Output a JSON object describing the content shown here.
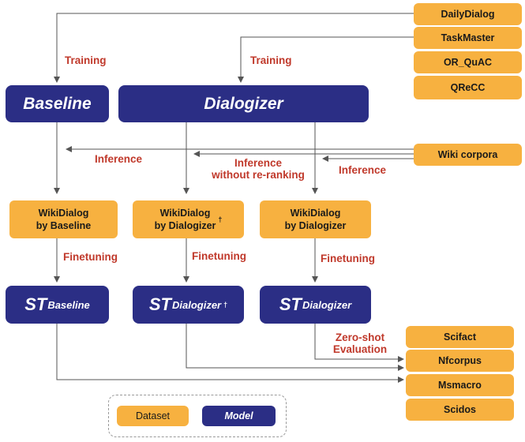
{
  "datasets": {
    "dailydialog": "DailyDialog",
    "taskmaster": "TaskMaster",
    "or_quac": "OR_QuAC",
    "qrecc": "QReCC",
    "wiki_corpora": "Wiki corpora"
  },
  "models": {
    "baseline": "Baseline",
    "dialogizer": "Dialogizer"
  },
  "wikidialog": {
    "baseline": "WikiDialog\nby Baseline",
    "dialogizer_dagger": "WikiDialog\nby Dialogizer",
    "dialogizer": "WikiDialog\nby Dialogizer"
  },
  "st": {
    "prefix": "ST",
    "baseline_sub": "Baseline",
    "dialogizer_dagger_sub": "Dialogizer",
    "dialogizer_sub": "Dialogizer",
    "dagger": "†"
  },
  "eval_sets": {
    "scifact": "Scifact",
    "nfcorpus": "Nfcorpus",
    "msmacro": "Msmacro",
    "scidos": "Scidos"
  },
  "labels": {
    "training_1": "Training",
    "training_2": "Training",
    "inference_left": "Inference",
    "inference_no_rerank": "Inference\nwithout re-ranking",
    "inference_right": "Inference",
    "finetuning_1": "Finetuning",
    "finetuning_2": "Finetuning",
    "finetuning_3": "Finetuning",
    "zero_shot": "Zero-shot\nEvaluation"
  },
  "legend": {
    "dataset": "Dataset",
    "model": "Model"
  },
  "colors": {
    "dataset": "#f7b140",
    "model": "#2b2e85",
    "label": "#c0392b",
    "line": "#555555"
  }
}
